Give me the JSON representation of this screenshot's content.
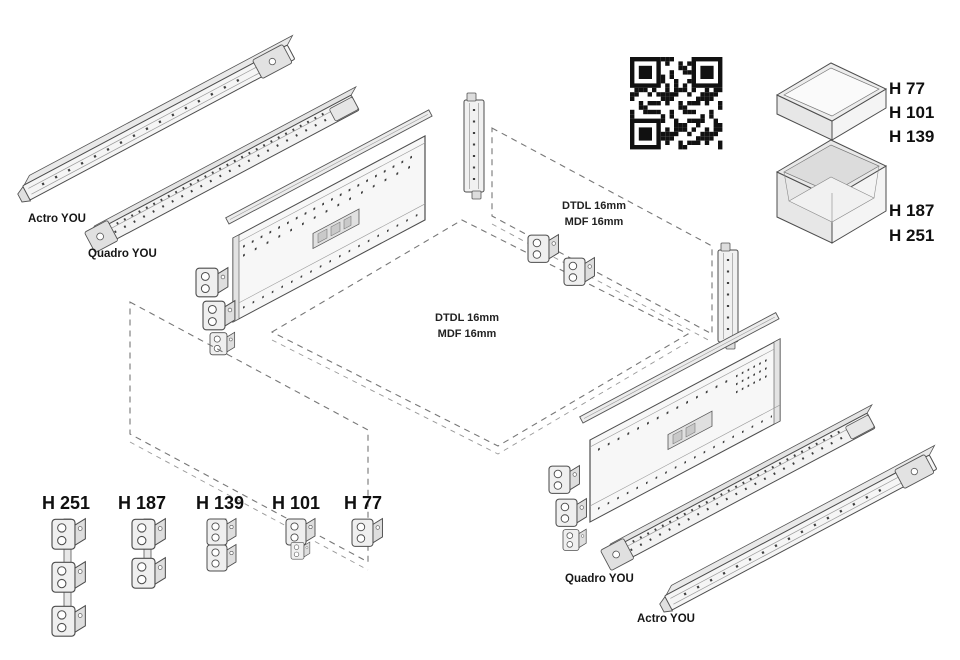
{
  "labels": {
    "rail_actro_top": "Actro YOU",
    "rail_quadro_top": "Quadro YOU",
    "rail_quadro_bottom": "Quadro YOU",
    "rail_actro_bottom": "Actro YOU",
    "back_panel": {
      "line1": "DTDL 16mm",
      "line2": "MDF 16mm"
    },
    "bottom_panel": {
      "line1": "DTDL 16mm",
      "line2": "MDF 16mm"
    }
  },
  "drawer_heights": {
    "shallow_box": [
      "H 77",
      "H 101",
      "H 139"
    ],
    "deep_box": [
      "H 187",
      "H 251"
    ]
  },
  "front_bracket_heights": [
    "H 251",
    "H 187",
    "H 139",
    "H 101",
    "H 77"
  ],
  "icons": {
    "qr": "qr-code"
  },
  "colors": {
    "line": "#4d4d4d",
    "line_light": "#9a9a9a",
    "dash": "#777777",
    "metal_fill": "#f3f3f3",
    "shade_fill": "#e2e2e2",
    "text": "#161616",
    "qr": "#111111"
  }
}
